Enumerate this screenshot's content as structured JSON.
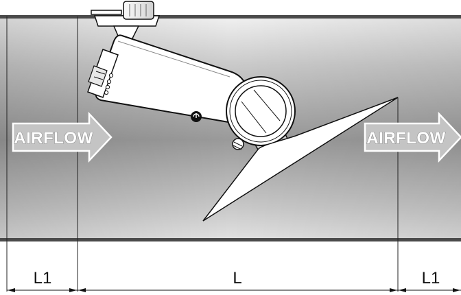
{
  "diagram": {
    "airflow_left": "AIRFLOW",
    "airflow_right": "AIRFLOW",
    "dim_left": "L1",
    "dim_middle": "L",
    "dim_right": "L1",
    "colors": {
      "duct_light": "#e6e6e6",
      "duct_dark": "#6e6e6e",
      "duct_edge": "#3a3a3a",
      "device_body": "#ffffff",
      "outline": "#111111"
    }
  }
}
